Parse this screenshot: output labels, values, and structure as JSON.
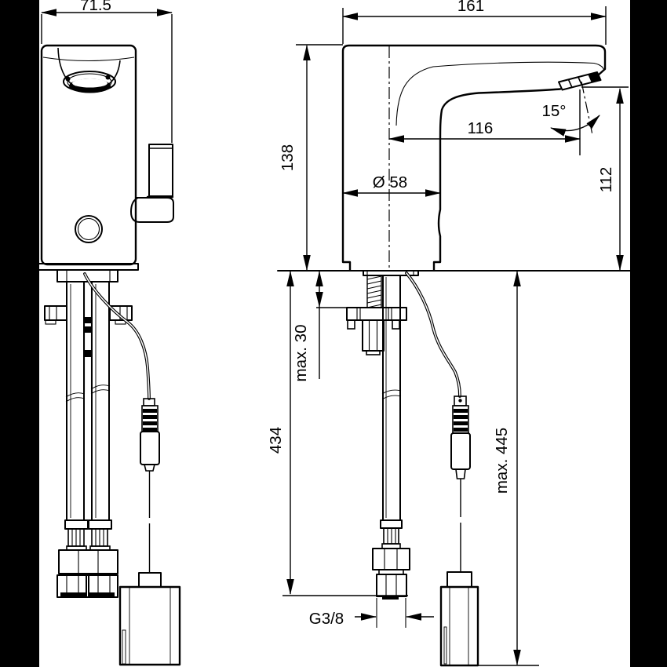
{
  "dimensions": {
    "front_width": "71.5",
    "side_width": "161",
    "body_height": "138",
    "spout_reach": "116",
    "spout_angle": "15°",
    "outlet_height": "112",
    "base_diameter": "Ø 58",
    "deck_max_thickness": "max. 30",
    "hose_length": "434",
    "cable_max_length": "max. 445",
    "supply_thread": "G3/8"
  },
  "colors": {
    "line": "#000000",
    "background": "#ffffff",
    "letterbox": "#000000"
  }
}
